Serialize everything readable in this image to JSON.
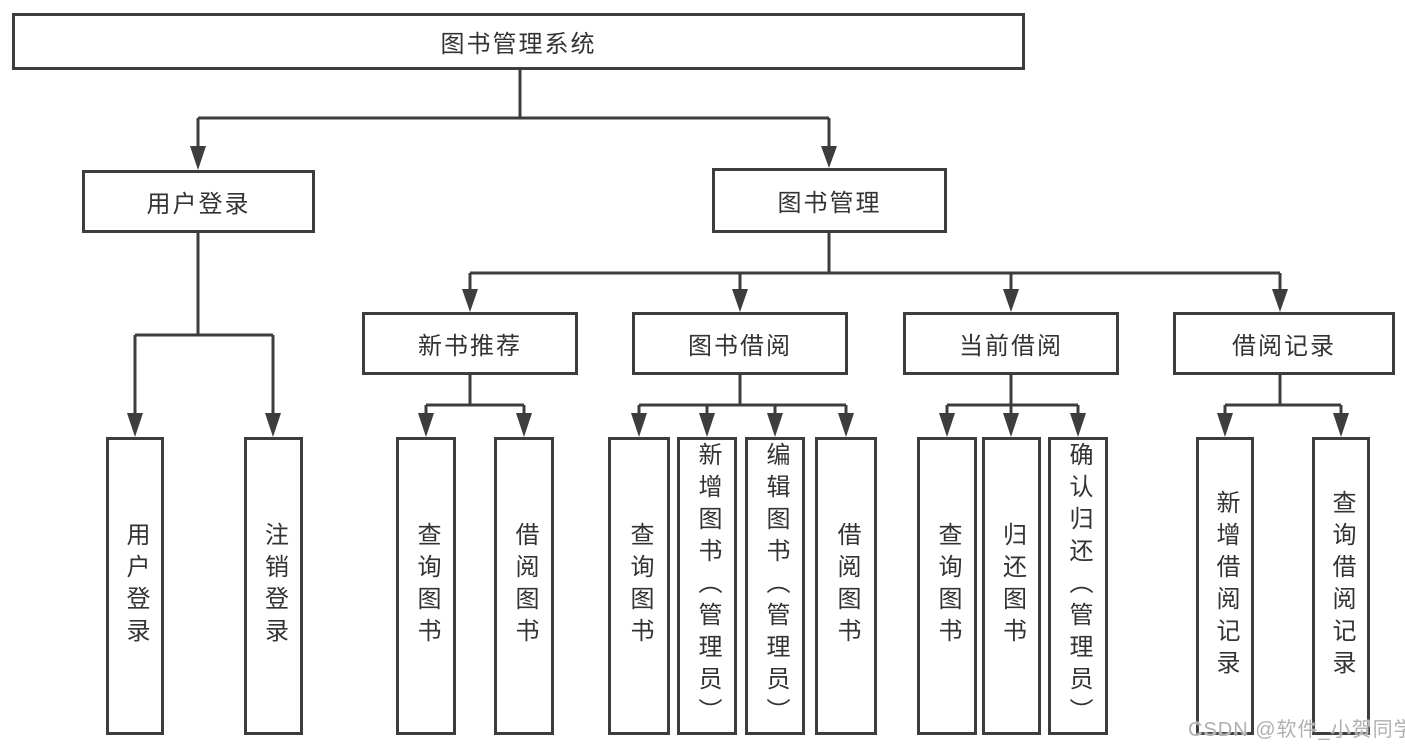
{
  "diagram": {
    "root": {
      "label": "图书管理系统"
    },
    "user_login": {
      "label": "用户登录",
      "children": [
        "用户登录",
        "注销登录"
      ]
    },
    "book_mgmt": {
      "label": "图书管理",
      "sections": [
        {
          "label": "新书推荐",
          "children": [
            "查询图书",
            "借阅图书"
          ]
        },
        {
          "label": "图书借阅",
          "children": [
            "查询图书",
            "新增图书（管理员）",
            "编辑图书（管理员）",
            "借阅图书"
          ]
        },
        {
          "label": "当前借阅",
          "children": [
            "查询图书",
            "归还图书",
            "确认归还（管理员）"
          ]
        },
        {
          "label": "借阅记录",
          "children": [
            "新增借阅记录",
            "查询借阅记录"
          ]
        }
      ]
    }
  },
  "watermark": "CSDN @软件_小贺同学",
  "colors": {
    "line": "#3d3d3d",
    "text": "#333333",
    "box_background": "#ffffff",
    "watermark": "#b0b0b0"
  }
}
